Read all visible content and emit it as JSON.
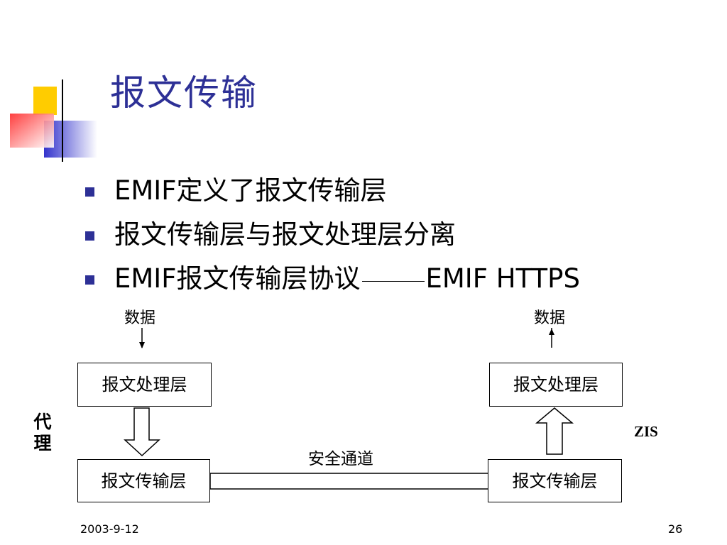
{
  "slide": {
    "title": "报文传输",
    "bullets": [
      {
        "pre": "EMIF定义了报文传输层"
      },
      {
        "pre": "报文传输层与报文处理层分离"
      },
      {
        "pre": "EMIF报文传输层协议",
        "dash": "——",
        "post": "EMIF HTTPS"
      }
    ]
  },
  "diagram": {
    "left": {
      "data_label": "数据",
      "upper_box": "报文处理层",
      "lower_box": "报文传输层",
      "side_label": "代理"
    },
    "right": {
      "data_label": "数据",
      "upper_box": "报文处理层",
      "lower_box": "报文传输层",
      "side_label": "ZIS"
    },
    "channel_label": "安全通道"
  },
  "footer": {
    "date": "2003-9-12",
    "page": "26"
  },
  "colors": {
    "title": "#2d3096",
    "bullet": "#2d3096",
    "deco_yellow": "#ffcc00",
    "deco_blue": "#3333cc",
    "deco_red": "#ff3333"
  }
}
